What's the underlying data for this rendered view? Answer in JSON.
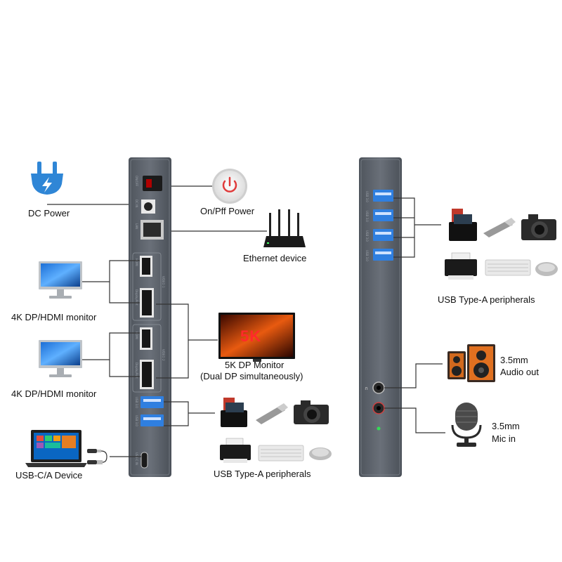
{
  "labels": {
    "dc_power": "DC Power",
    "on_off_power": "On/Pff Power",
    "ethernet_device": "Ethernet device",
    "monitor_1": "4K DP/HDMI monitor",
    "monitor_2": "4K DP/HDMI monitor",
    "five_k_monitor_line1": "5K DP Monitor",
    "five_k_monitor_line2": "(Dual DP simultaneously)",
    "five_k_badge": "5K",
    "usb_c_a_device": "USB-C/A Device",
    "usb_peripherals_left": "USB Type-A peripherals",
    "usb_peripherals_right": "USB Type-A peripherals",
    "audio_out_line1": "3.5mm",
    "audio_out_line2": "Audio out",
    "mic_in_line1": "3.5mm",
    "mic_in_line2": "Mic in"
  },
  "left_dock_ports": {
    "on_off": "ON/OFF",
    "dc_in": "DC IN",
    "lan": "LAN",
    "hdmi_1": "HDMI",
    "displayport_1": "DisplayPort",
    "video_1": "VIDEO 1",
    "hdmi_2": "HDMI",
    "displayport_2": "DisplayPort",
    "video_2": "VIDEO 2",
    "usb_a_1": "USB 3.0",
    "usb_a_2": "USB 3.0",
    "usb_c": "USB-C IN"
  },
  "right_dock_ports": {
    "usb_1": "USB 3.0",
    "usb_2": "USB 3.0",
    "usb_3": "USB 3.0",
    "usb_4": "USB 3.0"
  },
  "colors": {
    "dock_body": "#5d636b",
    "usb_port_blue": "#2f7fe0",
    "power_icon_red": "#e03a3a",
    "plug_blue": "#2f86d6",
    "connector_line": "#333333"
  },
  "icons": [
    "power-plug-icon",
    "power-button-icon",
    "router-icon",
    "monitor-icon",
    "5k-monitor-icon",
    "laptop-icon",
    "usb-cable-icon",
    "hard-drive-dock-icon",
    "usb-flash-drive-icon",
    "camera-icon",
    "printer-icon",
    "keyboard-icon",
    "mouse-icon",
    "speakers-icon",
    "microphone-icon"
  ]
}
